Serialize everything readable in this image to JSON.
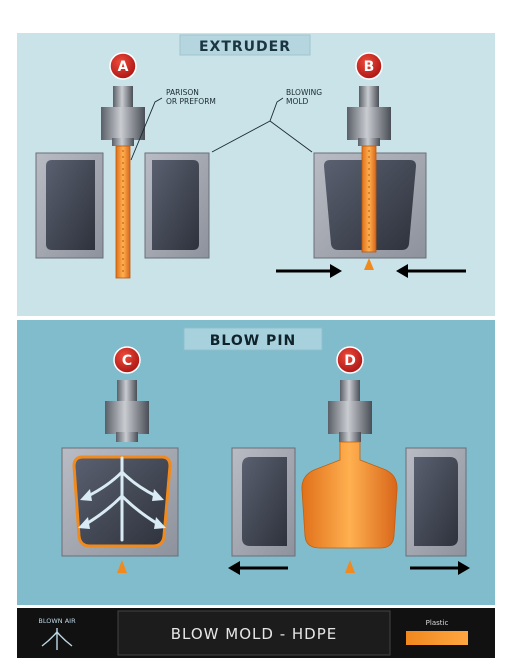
{
  "sections": {
    "top_title": "EXTRUDER",
    "bottom_title": "BLOW PIN"
  },
  "steps": {
    "a": "A",
    "b": "B",
    "c": "C",
    "d": "D"
  },
  "annotations": {
    "parison_line1": "PARISON",
    "parison_line2": "OR PREFORM",
    "mold_line1": "BLOWING",
    "mold_line2": "MOLD"
  },
  "legend": {
    "air_label": "BLOWN AIR",
    "title": "BLOW MOLD - HDPE",
    "plastic_label": "Plastic"
  },
  "colors": {
    "top_panel": "#c9e3e8",
    "bottom_panel": "#80bccc",
    "mold": "#4a4f5c",
    "plastic": "#f08a1e",
    "badge": "#c41e1e",
    "footer": "#111111",
    "air": "#d9ecf5"
  },
  "icons": {
    "badge": "red-circle-badge-icon",
    "air": "branching-arrows-icon",
    "arrow": "arrow-icon"
  }
}
